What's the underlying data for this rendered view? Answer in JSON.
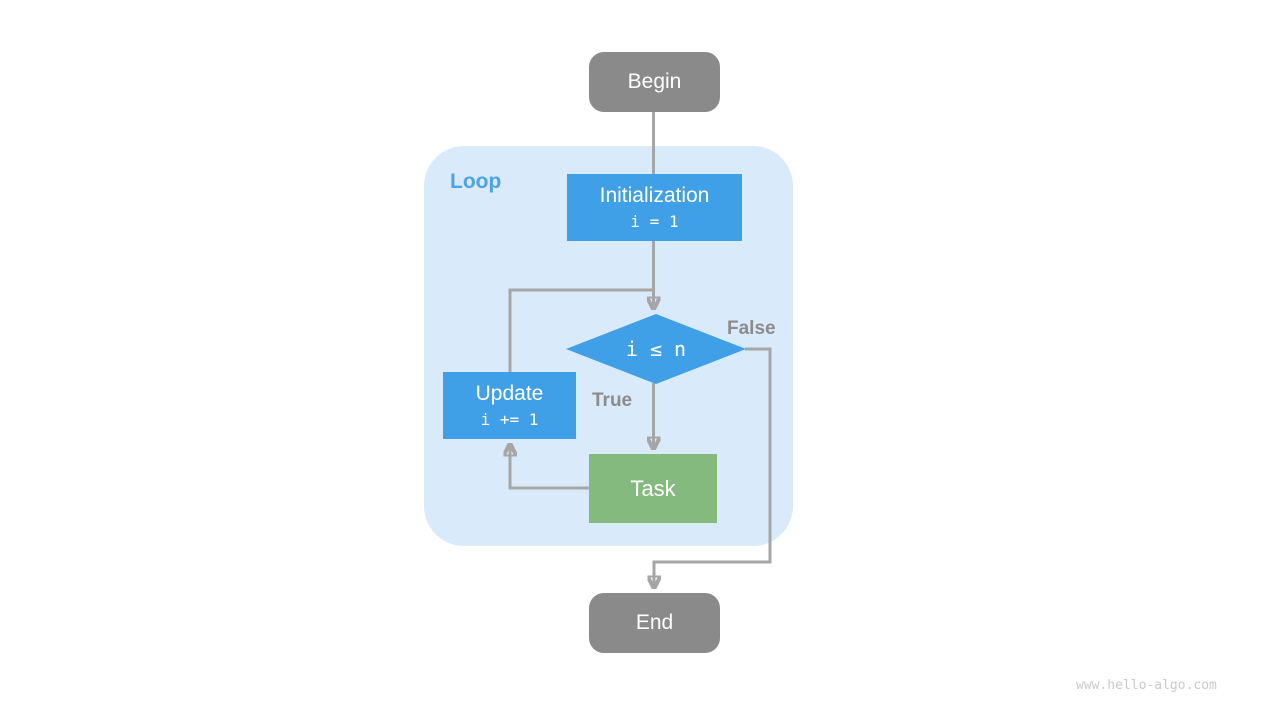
{
  "diagram": {
    "loop_label": "Loop",
    "nodes": {
      "begin": {
        "label": "Begin"
      },
      "initialization": {
        "title": "Initialization",
        "code": "i = 1"
      },
      "condition": {
        "label": "i ≤ n"
      },
      "update": {
        "title": "Update",
        "code": "i += 1"
      },
      "task": {
        "label": "Task"
      },
      "end": {
        "label": "End"
      }
    },
    "edge_labels": {
      "true": "True",
      "false": "False"
    },
    "colors": {
      "terminal_gray": "#8a8a8a",
      "process_blue": "#3fa0e8",
      "task_green": "#84ba7d",
      "loop_background": "#d9eafa",
      "loop_label_blue": "#4da3ea",
      "connector_gray": "#a6a6a6",
      "edge_label_gray": "#8c8c8c",
      "watermark_gray": "#c9c9c9"
    }
  },
  "page": {
    "watermark": "www.hello-algo.com"
  }
}
